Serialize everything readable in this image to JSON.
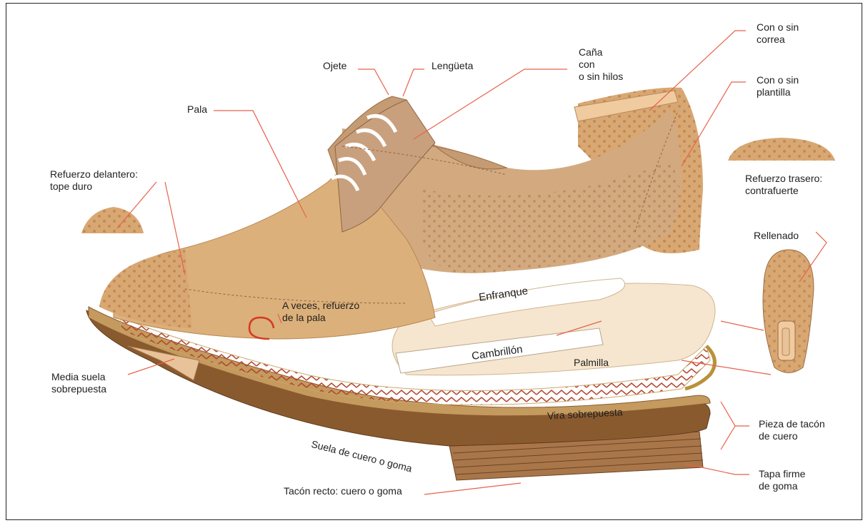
{
  "labels": {
    "ojete": "Ojete",
    "lengueta": "Lengüeta",
    "cana": [
      "Caña",
      "con",
      "o sin hilos"
    ],
    "correa": [
      "Con o sin",
      "correa"
    ],
    "plantilla": [
      "Con o sin",
      "plantilla"
    ],
    "pala": "Pala",
    "refuerzo_delantero": [
      "Refuerzo delantero:",
      "tope duro"
    ],
    "refuerzo_trasero": [
      "Refuerzo trasero:",
      "contrafuerte"
    ],
    "rellenado": "Rellenado",
    "enfranque": "Enfranque",
    "refuerzo_pala": [
      "A veces, refuerzo",
      "de la pala"
    ],
    "cambrillon": "Cambrillón",
    "palmilla": "Palmilla",
    "media_suela": [
      "Media suela",
      "sobrepuesta"
    ],
    "vira": "Vira sobrepuesta",
    "pieza_tacon": [
      "Pieza de tacón",
      "de cuero"
    ],
    "suela": "Suela de cuero o goma",
    "tapa": [
      "Tapa firme",
      "de goma"
    ],
    "tacon_recto": "Tacón recto: cuero o goma"
  },
  "colors": {
    "leader": "#e8614a",
    "vamp": "#dcb07a",
    "quarter": "#c9a07e",
    "perforated": "#d9a772",
    "sole": "#8a5a2f",
    "insole": "#f6e6cf"
  }
}
